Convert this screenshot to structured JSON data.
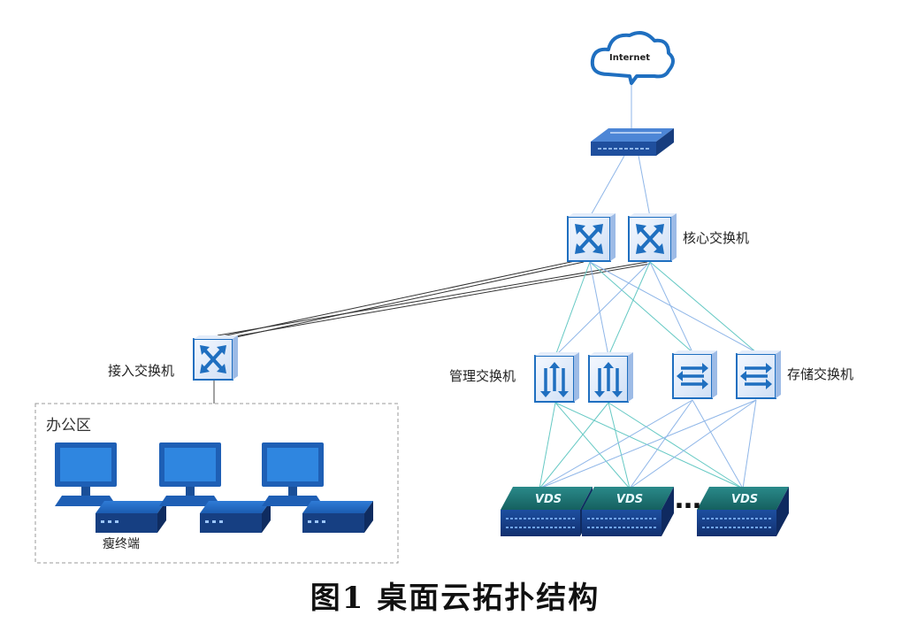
{
  "cloud_label": "Internet",
  "labels": {
    "core_switch": "核心交换机",
    "access_switch": "接入交换机",
    "mgmt_switch": "管理交换机",
    "storage_switch": "存储交换机",
    "office_area": "办公区",
    "thin_client": "瘦终端"
  },
  "server_label": "VDS",
  "ellipsis": "…",
  "caption": "图1  桌面云拓扑结构",
  "colors": {
    "switch_blue": "#1f6fc0",
    "link_green": "#66c9c4",
    "link_blue": "#8fb6e8",
    "device_blue": "#1e5fb5",
    "server_green": "#1f6f6f"
  }
}
